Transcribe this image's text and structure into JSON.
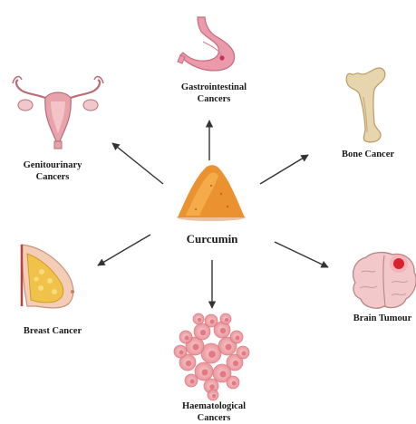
{
  "center": {
    "label": "Curcumin",
    "icon": "turmeric-powder-pile-icon",
    "color": "#e98e2c"
  },
  "targets": [
    {
      "id": "gastrointestinal",
      "lines": [
        "Gastrointestinal",
        "Cancers"
      ],
      "icon": "stomach-icon",
      "color": "#e99aa8"
    },
    {
      "id": "bone",
      "lines": [
        "Bone Cancer"
      ],
      "icon": "femur-bone-icon",
      "color": "#e6d6b3"
    },
    {
      "id": "brain",
      "lines": [
        "Brain Tumour"
      ],
      "icon": "brain-with-tumour-icon",
      "color": "#f1c6c8"
    },
    {
      "id": "haematological",
      "lines": [
        "Haematological",
        "Cancers"
      ],
      "icon": "blood-cell-cluster-icon",
      "color": "#f0a3a6"
    },
    {
      "id": "breast",
      "lines": [
        "Breast Cancer"
      ],
      "icon": "breast-tissue-icon",
      "color": "#f0c24a"
    },
    {
      "id": "genitourinary",
      "lines": [
        "Genitourinary",
        "Cancers"
      ],
      "icon": "uterus-icon",
      "color": "#e8a2a9"
    }
  ]
}
